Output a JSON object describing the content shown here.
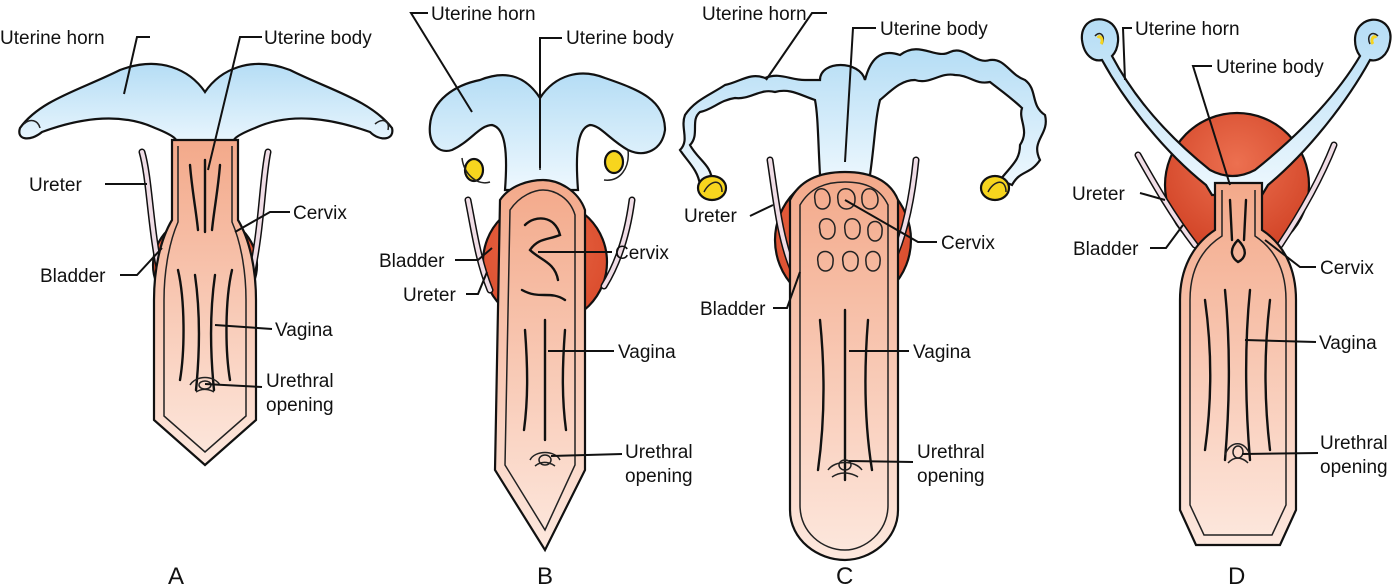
{
  "colors": {
    "uterus": "#bfe3f7",
    "uterus_light": "#e6f5fd",
    "vagina": "#f3b89c",
    "vagina_light": "#fde7dc",
    "bladder": "#e4603e",
    "ureter": "#f0dde6",
    "ovary": "#f7d51e",
    "outline": "#111111"
  },
  "panels": [
    {
      "letter": "A",
      "labels": {
        "uterine_horn": "Uterine horn",
        "uterine_body": "Uterine body",
        "ureter": "Ureter",
        "cervix": "Cervix",
        "bladder": "Bladder",
        "vagina": "Vagina",
        "urethral_line1": "Urethral",
        "urethral_line2": "opening"
      }
    },
    {
      "letter": "B",
      "labels": {
        "uterine_horn": "Uterine horn",
        "uterine_body": "Uterine body",
        "bladder": "Bladder",
        "ureter": "Ureter",
        "cervix": "Cervix",
        "vagina": "Vagina",
        "urethral_line1": "Urethral",
        "urethral_line2": "opening"
      }
    },
    {
      "letter": "C",
      "labels": {
        "uterine_horn": "Uterine horn",
        "uterine_body": "Uterine body",
        "ureter": "Ureter",
        "bladder": "Bladder",
        "cervix": "Cervix",
        "vagina": "Vagina",
        "urethral_line1": "Urethral",
        "urethral_line2": "opening"
      }
    },
    {
      "letter": "D",
      "labels": {
        "uterine_horn": "Uterine horn",
        "uterine_body": "Uterine body",
        "ureter": "Ureter",
        "bladder": "Bladder",
        "cervix": "Cervix",
        "vagina": "Vagina",
        "urethral_line1": "Urethral",
        "urethral_line2": "opening"
      }
    }
  ]
}
